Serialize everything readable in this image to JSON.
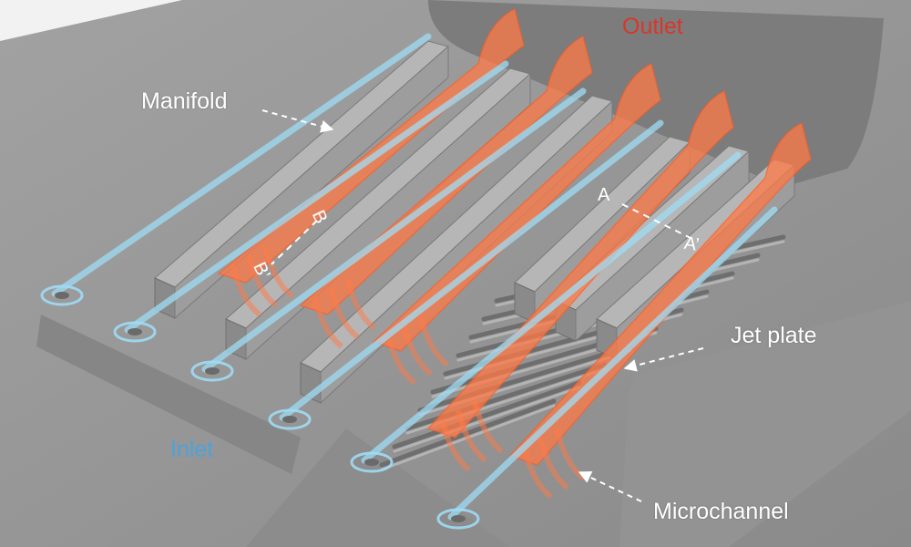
{
  "labels": {
    "manifold": "Manifold",
    "outlet": "Outlet",
    "inlet": "Inlet",
    "jet_plate": "Jet plate",
    "microchannel": "Microchannel"
  },
  "section_marks": {
    "a": "A",
    "a_prime": "A’",
    "b": "B",
    "b_prime": "B’"
  },
  "colors": {
    "background": "#8f8f8f",
    "hot_flow": "#ff7a45",
    "cold_flow": "#9fdcf5",
    "outlet_text": "#d8372a",
    "inlet_text": "#4ba3dc"
  },
  "structure": {
    "manifold_channel_count": 5,
    "microchannel_count": 10
  }
}
